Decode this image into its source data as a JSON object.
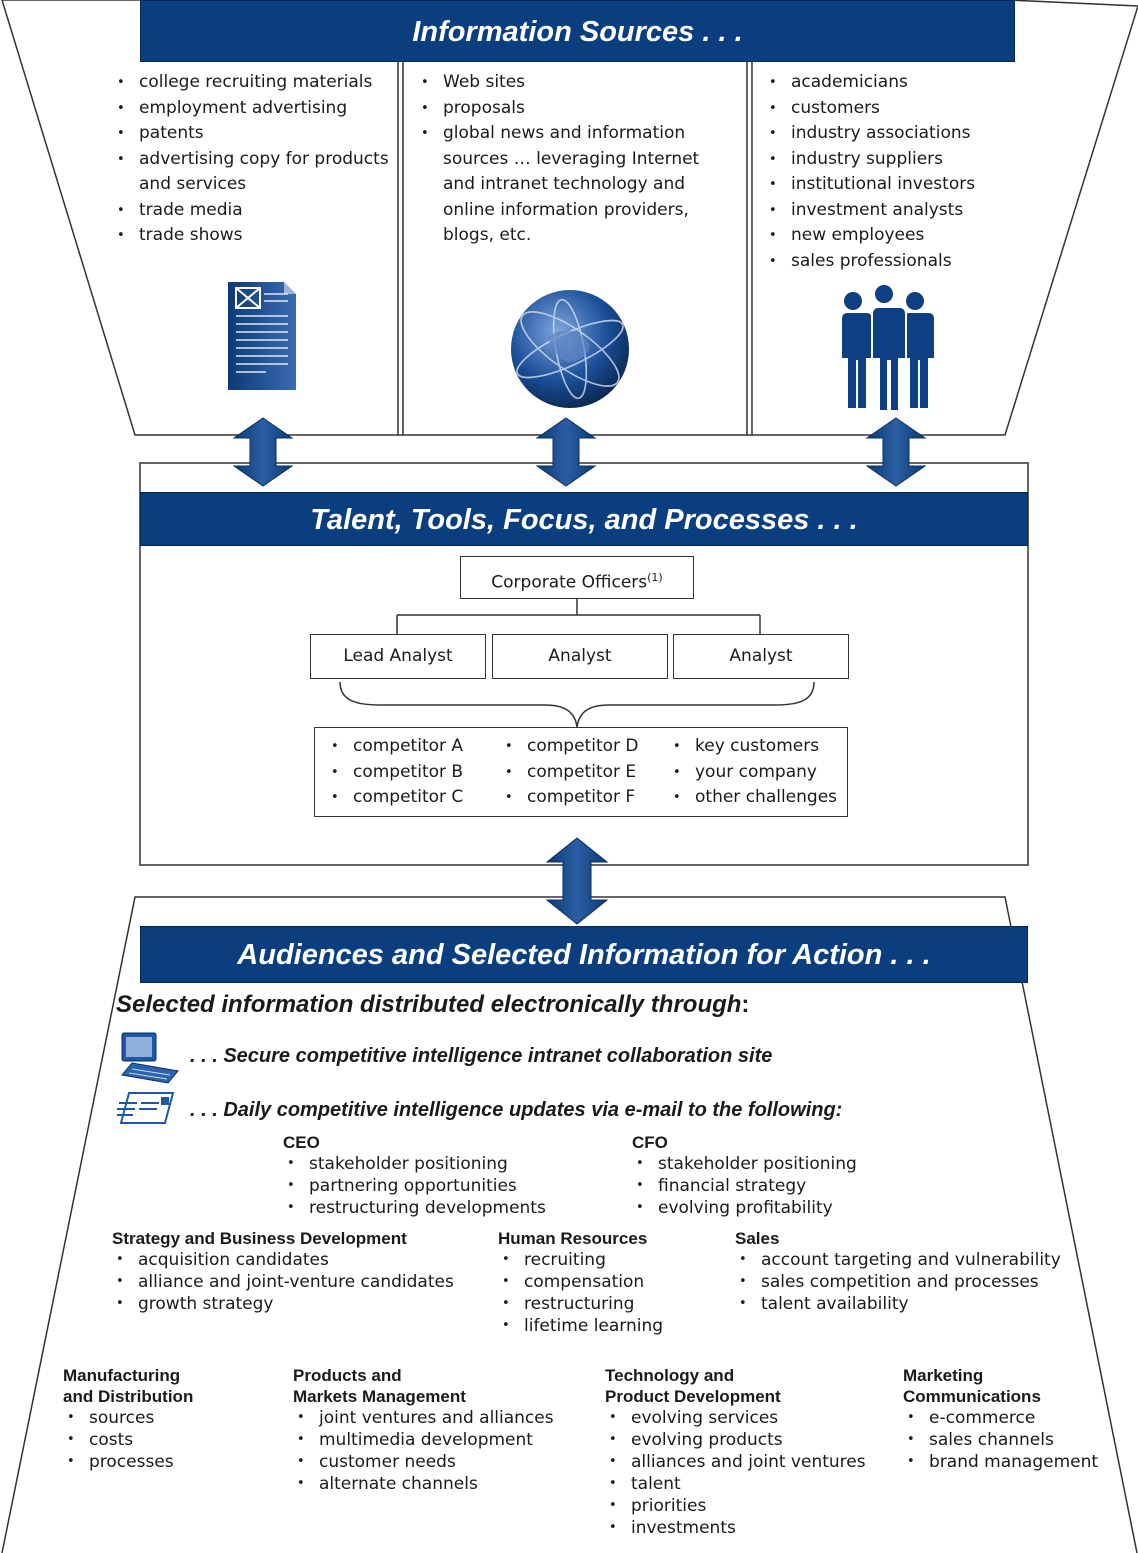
{
  "sources": {
    "title": "Information Sources . . .",
    "left_items": [
      "college recruiting materials",
      "employment advertising",
      "patents",
      "advertising copy for products and services",
      "trade media",
      "trade shows"
    ],
    "middle_items": [
      "Web sites",
      "proposals",
      "global news and information sources … leveraging Internet and intranet technology and online information providers, blogs, etc."
    ],
    "right_items": [
      "academicians",
      "customers",
      "industry associations",
      "industry suppliers",
      "institutional investors",
      "investment analysts",
      "new employees",
      "sales professionals"
    ]
  },
  "talent": {
    "title": "Talent, Tools, Focus, and Processes . . .",
    "officers": "Corporate Officers",
    "officers_note": "(1)",
    "analysts": [
      "Lead Analyst",
      "Analyst",
      "Analyst"
    ],
    "targets_col1": [
      "competitor A",
      "competitor B",
      "competitor C"
    ],
    "targets_col2": [
      "competitor D",
      "competitor E",
      "competitor F"
    ],
    "targets_col3": [
      "key customers",
      "your company",
      "other challenges"
    ]
  },
  "audiences": {
    "title": "Audiences and Selected Information for Action . . .",
    "distributed": "Selected information distributed electronically through",
    "distributed_colon": ":",
    "channel_intranet": ". . . Secure competitive intelligence intranet collaboration site",
    "channel_email": ". . . Daily competitive intelligence updates via e-mail to the following:",
    "groups": {
      "ceo": {
        "title": "CEO",
        "items": [
          "stakeholder positioning",
          "partnering opportunities",
          "restructuring developments"
        ]
      },
      "cfo": {
        "title": "CFO",
        "items": [
          "stakeholder positioning",
          "financial strategy",
          "evolving profitability"
        ]
      },
      "strategy": {
        "title": "Strategy and Business Development",
        "items": [
          "acquisition candidates",
          "alliance and joint-venture candidates",
          "growth strategy"
        ]
      },
      "hr": {
        "title": "Human Resources",
        "items": [
          "recruiting",
          "compensation",
          "restructuring",
          "lifetime learning"
        ]
      },
      "sales": {
        "title": "Sales",
        "items": [
          "account targeting and vulnerability",
          "sales competition and processes",
          "talent availability"
        ]
      },
      "manufacturing": {
        "title1": "Manufacturing",
        "title2": "and Distribution",
        "items": [
          "sources",
          "costs",
          "processes"
        ]
      },
      "products": {
        "title1": "Products and",
        "title2": "Markets Management",
        "items": [
          "joint ventures and alliances",
          "multimedia development",
          "customer needs",
          "alternate channels"
        ]
      },
      "technology": {
        "title1": "Technology and",
        "title2": "Product Development",
        "items": [
          "evolving services",
          "evolving products",
          "alliances and joint ventures",
          "talent",
          "priorities",
          "investments"
        ]
      },
      "marketing": {
        "title1": "Marketing",
        "title2": "Communications",
        "items": [
          "e-commerce",
          "sales channels",
          "brand management"
        ]
      }
    }
  },
  "icons": [
    "document-icon",
    "globe-icon",
    "people-icon",
    "computer-icon",
    "email-icon"
  ],
  "colors": {
    "banner": "#0a3e7f",
    "arrow": "#164b8c",
    "outline": "#333333"
  }
}
